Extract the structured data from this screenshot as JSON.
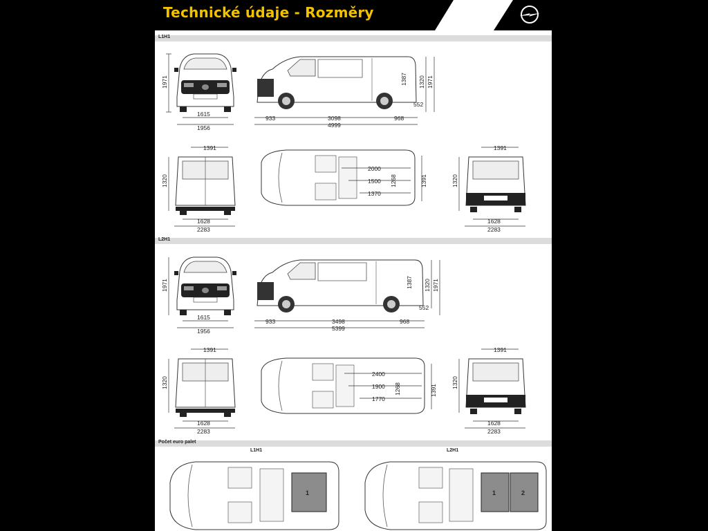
{
  "header": {
    "title": "Technické údaje - Rozměry"
  },
  "sections": {
    "l1h1": {
      "label": "L1H1",
      "front": {
        "track": "1615",
        "width": "1956",
        "height": "1971"
      },
      "side": {
        "front_overhang": "933",
        "wheelbase": "3098",
        "rear_overhang": "968",
        "length": "4999",
        "load_height": "1387",
        "body_height": "1320",
        "total_height": "1971",
        "ground": "552"
      },
      "rear_left": {
        "top_width": "1391",
        "height": "1320",
        "track": "1628",
        "width": "2283"
      },
      "top": {
        "len_total": "2000",
        "len_mid": "1500",
        "len_floor": "1370",
        "width_wheel": "1268",
        "width_total": "1391"
      },
      "rear_right": {
        "top_width": "1391",
        "height": "1320",
        "track": "1628",
        "width": "2283"
      }
    },
    "l2h1": {
      "label": "L2H1",
      "front": {
        "track": "1615",
        "width": "1956",
        "height": "1971"
      },
      "side": {
        "front_overhang": "933",
        "wheelbase": "3498",
        "rear_overhang": "968",
        "length": "5399",
        "load_height": "1387",
        "body_height": "1320",
        "total_height": "1971",
        "ground": "552"
      },
      "rear_left": {
        "top_width": "1391",
        "height": "1320",
        "track": "1628",
        "width": "2283"
      },
      "top": {
        "len_total": "2400",
        "len_mid": "1900",
        "len_floor": "1770",
        "width_wheel": "1268",
        "width_total": "1391"
      },
      "rear_right": {
        "top_width": "1391",
        "height": "1320",
        "track": "1628",
        "width": "2283"
      }
    },
    "pallets": {
      "label": "Počet euro palet",
      "left": {
        "label": "L1H1",
        "pallets": [
          "1"
        ]
      },
      "right": {
        "label": "L2H1",
        "pallets": [
          "1",
          "2"
        ]
      }
    }
  },
  "colors": {
    "title": "#f2c200",
    "header_band": "#000000",
    "section_bar": "#dcdcdc",
    "pallet": "#8c8c8c"
  },
  "icons": {
    "brand_logo": "opel-blitz-logo"
  }
}
